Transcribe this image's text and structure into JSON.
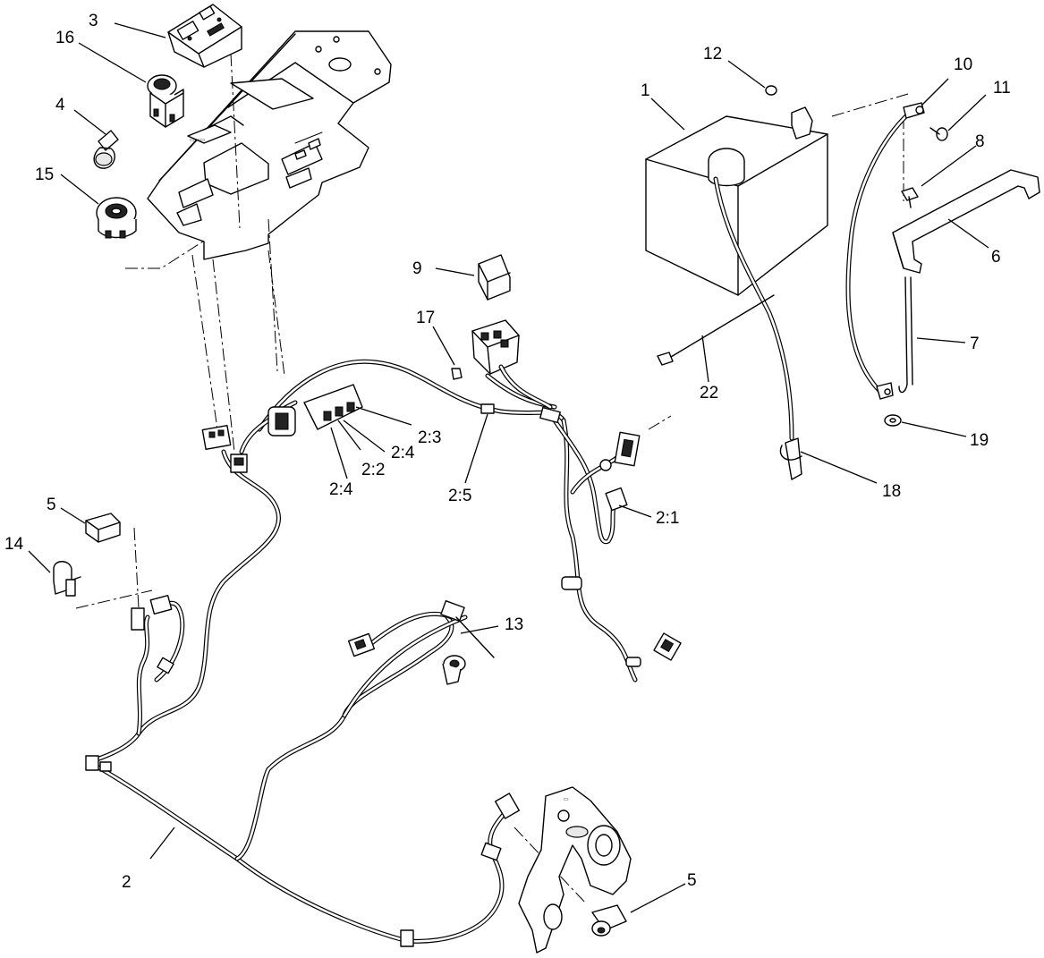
{
  "diagram": {
    "callouts": {
      "c1": "1",
      "c2": "2",
      "c2_1": "2:1",
      "c2_2": "2:2",
      "c2_3": "2:3",
      "c2_4a": "2:4",
      "c2_4b": "2:4",
      "c2_5": "2:5",
      "c3": "3",
      "c4": "4",
      "c5a": "5",
      "c5b": "5",
      "c6": "6",
      "c7": "7",
      "c8": "8",
      "c9": "9",
      "c10": "10",
      "c11": "11",
      "c12": "12",
      "c13": "13",
      "c14": "14",
      "c15": "15",
      "c16": "16",
      "c17": "17",
      "c18": "18",
      "c19": "19",
      "c22": "22"
    }
  },
  "icons": {
    "battery": "battery-icon",
    "relay": "relay-icon",
    "ignition": "ignition-switch-icon",
    "hour_meter": "hour-meter-icon"
  }
}
